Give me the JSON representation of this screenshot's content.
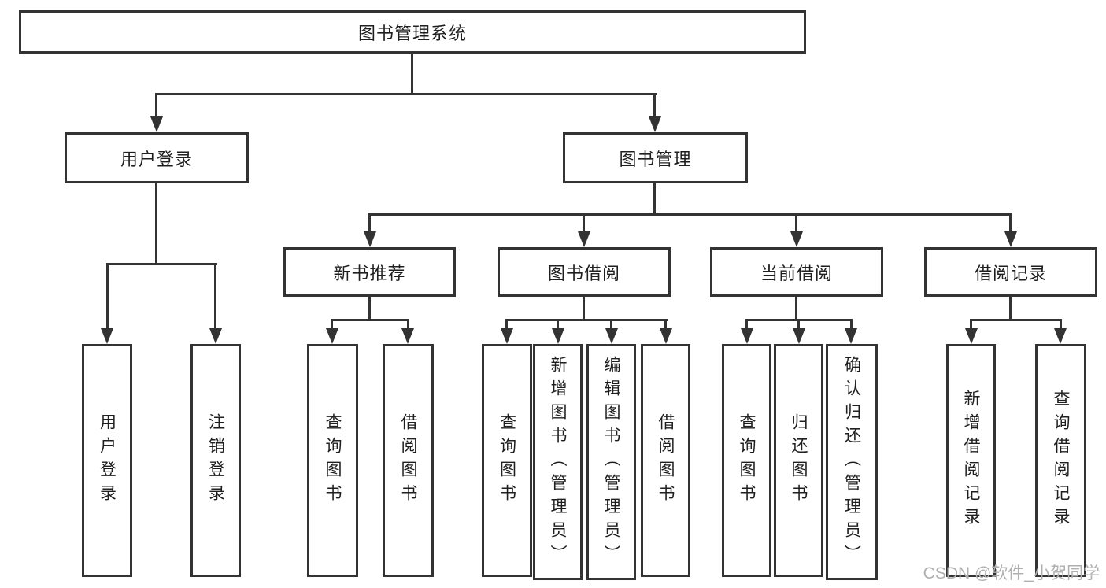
{
  "diagram": {
    "type": "hierarchy-tree",
    "colors": {
      "line": "#333333",
      "text": "#1f1f1f",
      "background": "#ffffff",
      "watermark": "#b0b0b0"
    },
    "root": {
      "label": "图书管理系统"
    },
    "level2": [
      {
        "id": "user-login",
        "label": "用户登录"
      },
      {
        "id": "book-management",
        "label": "图书管理"
      }
    ],
    "level3": [
      {
        "id": "new-book-recommend",
        "label": "新书推荐",
        "parent": "图书管理"
      },
      {
        "id": "book-borrow",
        "label": "图书借阅",
        "parent": "图书管理"
      },
      {
        "id": "current-borrow",
        "label": "当前借阅",
        "parent": "图书管理"
      },
      {
        "id": "borrow-records",
        "label": "借阅记录",
        "parent": "图书管理"
      }
    ],
    "leaves": [
      {
        "id": "user-login-leaf",
        "label": "用户登录",
        "parent": "用户登录"
      },
      {
        "id": "logout",
        "label": "注销登录",
        "parent": "用户登录"
      },
      {
        "id": "query-books-1",
        "label": "查询图书",
        "parent": "新书推荐"
      },
      {
        "id": "borrow-books-1",
        "label": "借阅图书",
        "parent": "新书推荐"
      },
      {
        "id": "query-books-2",
        "label": "查询图书",
        "parent": "图书借阅"
      },
      {
        "id": "add-book-admin",
        "label": "新增图书（管理员）",
        "parent": "图书借阅"
      },
      {
        "id": "edit-book-admin",
        "label": "编辑图书（管理员）",
        "parent": "图书借阅"
      },
      {
        "id": "borrow-books-2",
        "label": "借阅图书",
        "parent": "图书借阅"
      },
      {
        "id": "query-books-3",
        "label": "查询图书",
        "parent": "当前借阅"
      },
      {
        "id": "return-books",
        "label": "归还图书",
        "parent": "当前借阅"
      },
      {
        "id": "confirm-return-admin",
        "label": "确认归还（管理员）",
        "parent": "当前借阅"
      },
      {
        "id": "add-borrow-record",
        "label": "新增借阅记录",
        "parent": "借阅记录"
      },
      {
        "id": "query-borrow-record",
        "label": "查询借阅记录",
        "parent": "借阅记录"
      }
    ],
    "watermark": "CSDN @软件_小贺同学"
  }
}
